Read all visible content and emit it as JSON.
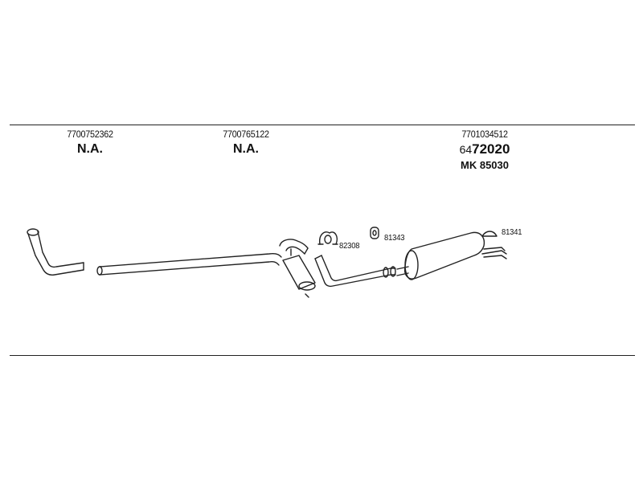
{
  "columns": [
    {
      "part_number": "7700752362",
      "status": "N.A."
    },
    {
      "part_number": "7700765122",
      "status": "N.A."
    },
    {
      "part_number": "7701034512",
      "code_prefix": "64",
      "code_main": "72020",
      "mk_label": "MK",
      "mk_number": "85030"
    }
  ],
  "parts": {
    "clamp": "82308",
    "rubber_mount": "81343",
    "hanger": "81341"
  }
}
